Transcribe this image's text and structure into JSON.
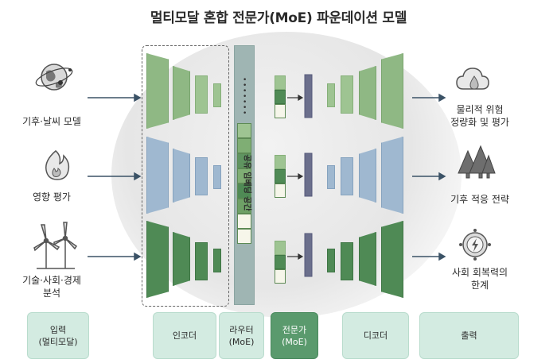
{
  "title": "멀티모달 혼합 전문가(MoE) 파운데이션 모델",
  "inputs": [
    "기후·날씨 모델",
    "영향 평가",
    "기술·사회·경제\n분석"
  ],
  "outputs": [
    "물리적 위험\n정량화 및 평가",
    "기후 적응 전략",
    "사회 회복력의\n한계"
  ],
  "shared_space_label": "공유 임베딩 공간",
  "stages": {
    "input": "입력\n(멀티모달)",
    "encoder": "인코더",
    "router": "라우터\n(MoE)",
    "expert": "전문가\n(MoE)",
    "decoder": "디코더",
    "output": "출력"
  },
  "icons": [
    "globe-icon",
    "fire-icon",
    "wind-turbine-icon",
    "cloud-drop-icon",
    "trees-icon",
    "gear-bolt-icon"
  ],
  "colors": {
    "green": "#8fb884",
    "blue": "#9fb8d0",
    "dark_green": "#4f8a55",
    "router_bar": "#6b6f8c",
    "stage_box": "#d3ebe1",
    "expert_box": "#5a9a6d"
  }
}
